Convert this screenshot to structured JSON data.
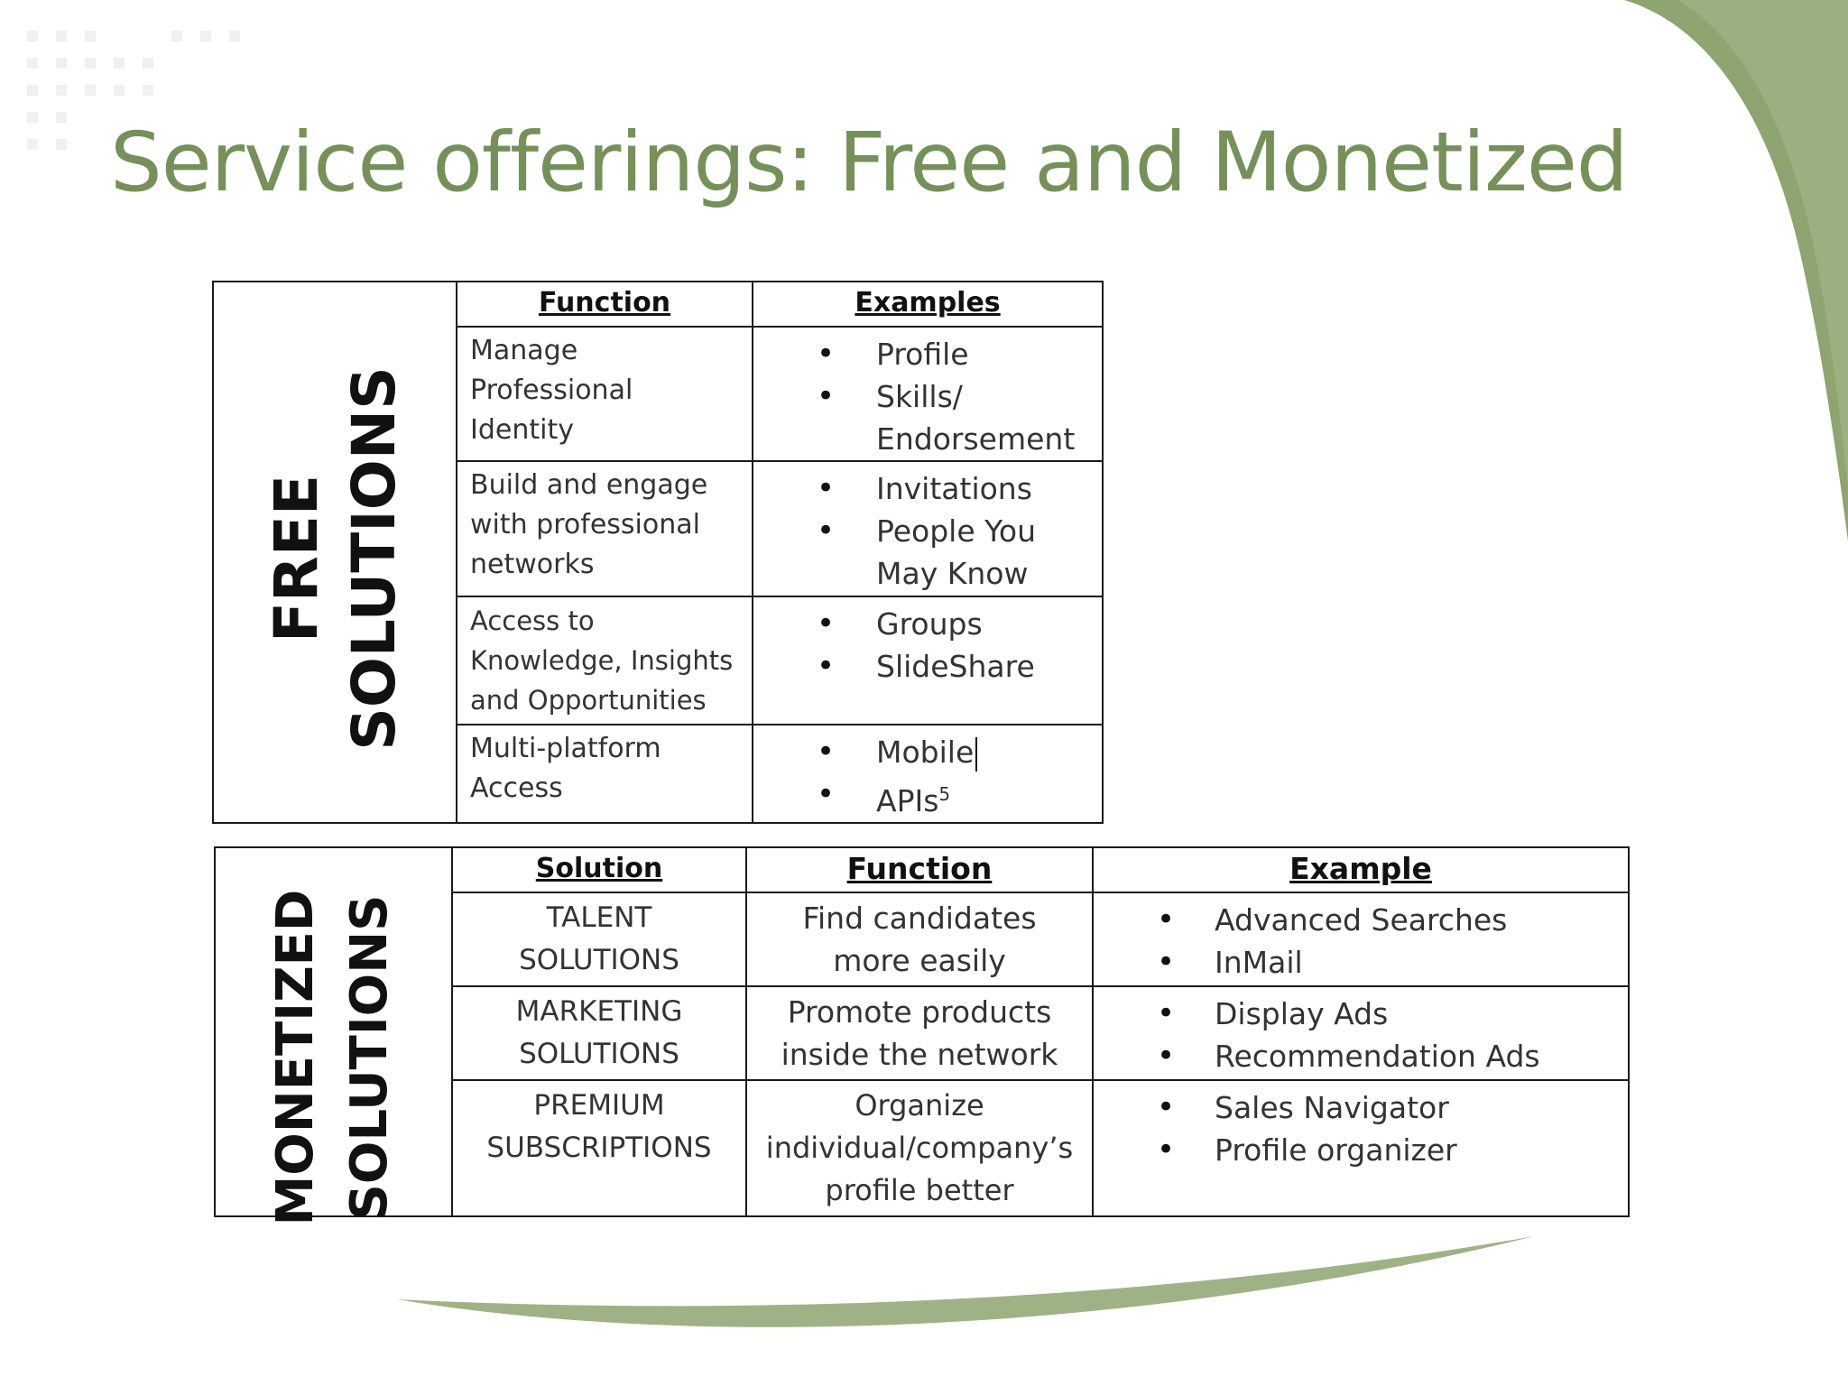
{
  "slide": {
    "title": "Service offerings: Free and Monetized",
    "accent_color": "#76905a"
  },
  "free_table": {
    "side_label_line1": "FREE",
    "side_label_line2": "SOLUTIONS",
    "headers": {
      "function": "Function",
      "examples": "Examples"
    },
    "rows": [
      {
        "function": "Manage\nProfessional\nIdentity",
        "examples": [
          "Profile",
          "Skills/\nEndorsement"
        ]
      },
      {
        "function": "Build and engage\nwith professional\nnetworks",
        "examples": [
          "Invitations",
          "People You\nMay Know"
        ]
      },
      {
        "function": "Access to\nKnowledge, Insights\nand Opportunities",
        "examples": [
          "Groups",
          "SlideShare"
        ]
      },
      {
        "function": "Multi-platform\nAccess",
        "examples": [
          "Mobile",
          "APIs"
        ],
        "footnote": "5"
      }
    ]
  },
  "monetized_table": {
    "side_label_line1": "MONETIZED",
    "side_label_line2": "SOLUTIONS",
    "headers": {
      "solution": "Solution",
      "function": "Function",
      "example": "Example"
    },
    "rows": [
      {
        "solution": "TALENT\nSOLUTIONS",
        "function": "Find candidates\nmore easily",
        "examples": [
          "Advanced Searches",
          "InMail"
        ]
      },
      {
        "solution": "MARKETING\nSOLUTIONS",
        "function": "Promote products\ninside the network",
        "examples": [
          "Display Ads",
          "Recommendation Ads"
        ]
      },
      {
        "solution": "PREMIUM\nSUBSCRIPTIONS",
        "function": "Organize\nindividual/company’s\nprofile better",
        "examples": [
          "Sales Navigator",
          "Profile organizer"
        ]
      }
    ]
  }
}
